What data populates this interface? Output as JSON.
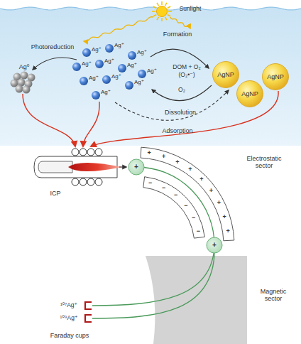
{
  "diagram": {
    "nodes": [
      {
        "text": [
          "AgNP"
        ]
      },
      {
        "text": [
          "AgNP"
        ]
      },
      {
        "text": [
          "AgNP"
        ]
      }
    ],
    "labels": [
      "Sunlight",
      "Photoreduction",
      "Ag⁰",
      "Ag⁺",
      "Ag⁺",
      "Ag⁺",
      "Ag⁺",
      "Ag⁺",
      "Ag⁺",
      "Ag⁺",
      "Ag⁺",
      "Ag⁺",
      "Ag⁺",
      "Ag⁺",
      "Formation",
      "DOM + O₂",
      "(O₂•⁻)",
      "O₂",
      "Dissolution",
      "Adsorption",
      "ICP",
      "Electrostatic sector",
      "+",
      "+",
      "+",
      "+",
      "+",
      "+",
      "+",
      "+",
      "+",
      "−",
      "−",
      "−",
      "−",
      "−",
      "−",
      "+",
      "+",
      "Magnetic sector",
      "¹⁰⁷Ag⁺",
      "¹⁰⁹Ag⁺",
      "Faraday cups"
    ]
  }
}
